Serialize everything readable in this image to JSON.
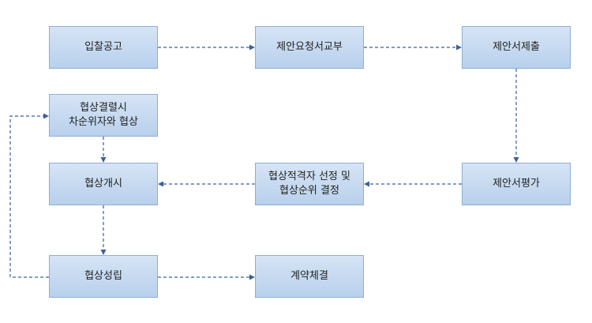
{
  "nodes": {
    "bid_notice": "입찰공고",
    "proposal_request": "제안요청서교부",
    "proposal_submit": "제안서제출",
    "negotiation_fail_line1": "협상결렬시",
    "negotiation_fail_line2": "차순위자와 협상",
    "negotiation_start": "협상개시",
    "selection_line1": "협상적격자 선정 및",
    "selection_line2": "협상순위 결정",
    "proposal_eval": "제안서평가",
    "negotiation_success": "협상성립",
    "contract": "계약체결"
  },
  "colors": {
    "box_top": "#d6e4f5",
    "box_bottom": "#b8d0ec",
    "box_border": "#8eaed3",
    "arrow": "#3b5f9b"
  }
}
